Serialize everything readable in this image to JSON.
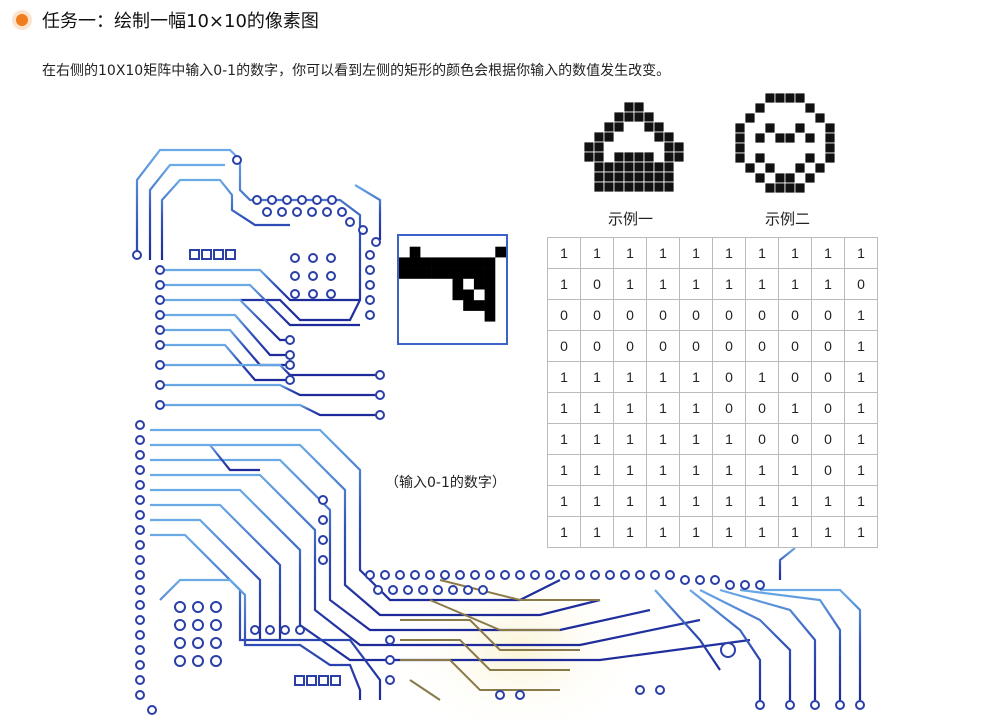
{
  "header": {
    "title": "任务一：绘制一幅10×10的像素图",
    "description": "在右侧的10X10矩阵中输入0-1的数字，你可以看到左侧的矩形的颜色会根据你输入的数值发生改变。"
  },
  "examples": [
    {
      "label": "示例一",
      "icon": "house-pixel-icon"
    },
    {
      "label": "示例二",
      "icon": "smiley-pixel-icon"
    }
  ],
  "hint": "（输入0-1的数字）",
  "matrix": [
    [
      "1",
      "1",
      "1",
      "1",
      "1",
      "1",
      "1",
      "1",
      "1",
      "1"
    ],
    [
      "1",
      "0",
      "1",
      "1",
      "1",
      "1",
      "1",
      "1",
      "1",
      "0"
    ],
    [
      "0",
      "0",
      "0",
      "0",
      "0",
      "0",
      "0",
      "0",
      "0",
      "1"
    ],
    [
      "0",
      "0",
      "0",
      "0",
      "0",
      "0",
      "0",
      "0",
      "0",
      "1"
    ],
    [
      "1",
      "1",
      "1",
      "1",
      "1",
      "0",
      "1",
      "0",
      "0",
      "1"
    ],
    [
      "1",
      "1",
      "1",
      "1",
      "1",
      "0",
      "0",
      "1",
      "0",
      "1"
    ],
    [
      "1",
      "1",
      "1",
      "1",
      "1",
      "1",
      "0",
      "0",
      "0",
      "1"
    ],
    [
      "1",
      "1",
      "1",
      "1",
      "1",
      "1",
      "1",
      "1",
      "0",
      "1"
    ],
    [
      "1",
      "1",
      "1",
      "1",
      "1",
      "1",
      "1",
      "1",
      "1",
      "1"
    ],
    [
      "1",
      "1",
      "1",
      "1",
      "1",
      "1",
      "1",
      "1",
      "1",
      "1"
    ]
  ],
  "colors": {
    "accent": "#f07c1e",
    "circuit_blue": "#2a3fa8",
    "circuit_light": "#5a9be0",
    "circuit_gold": "#8a7a4a",
    "pixel_on": "#ffffff",
    "pixel_off": "#000000"
  }
}
